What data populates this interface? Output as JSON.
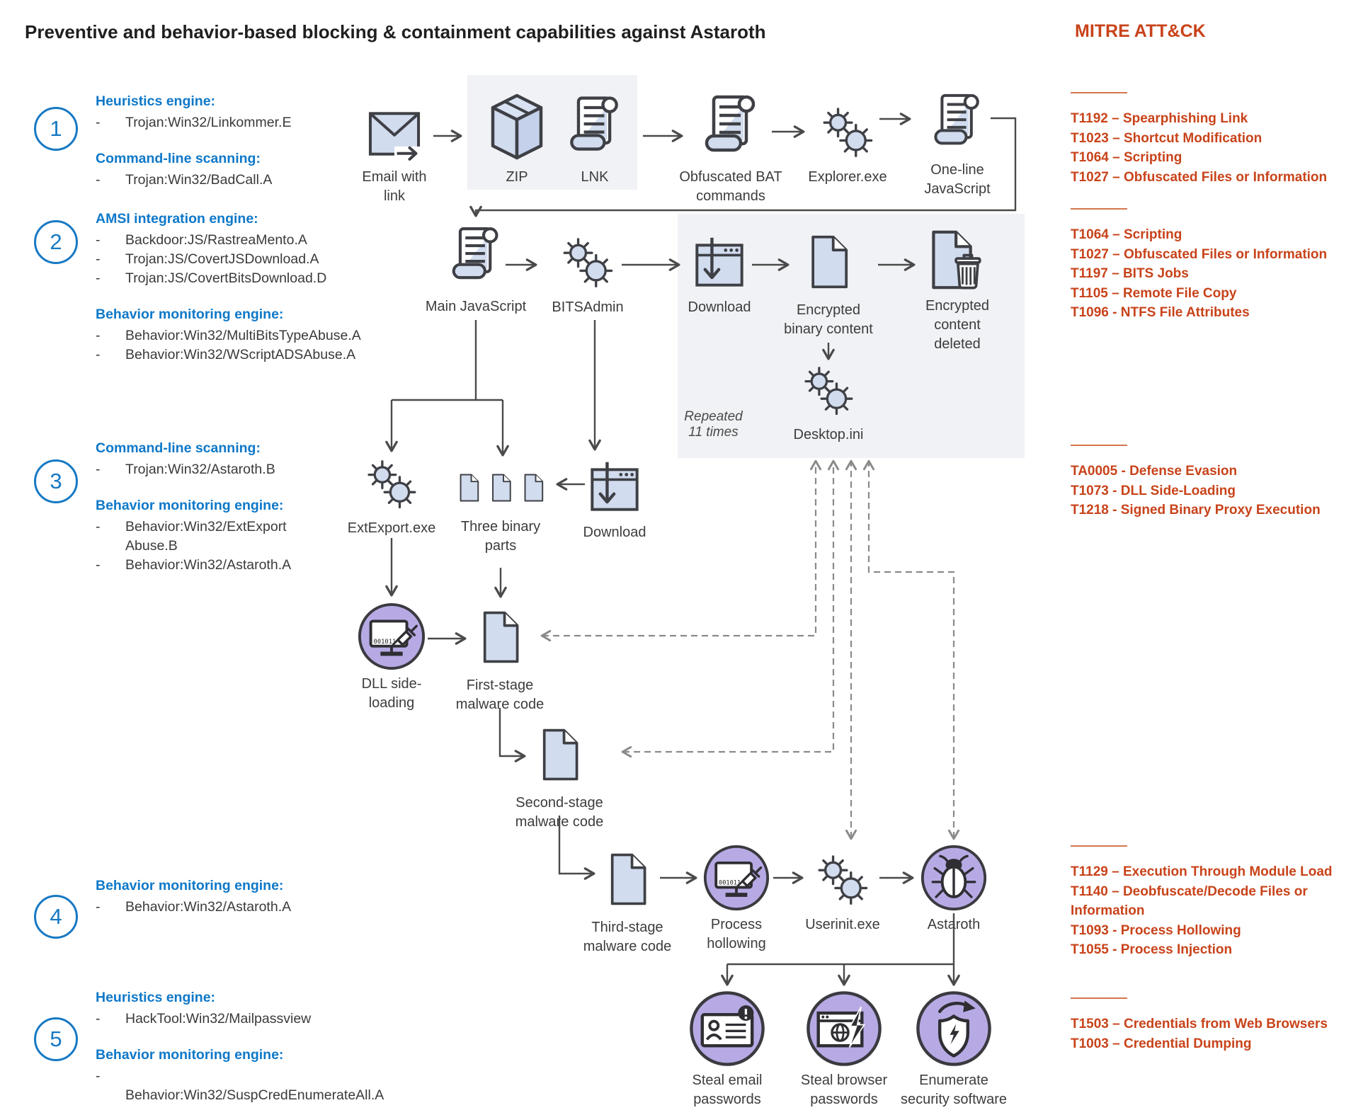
{
  "title": "Preventive and behavior-based blocking & containment capabilities against Astaroth",
  "ui": {
    "dash": "-"
  },
  "mitre": {
    "title": "MITRE ATT&CK",
    "groups": [
      {
        "items": [
          "T1192 – Spearphishing Link",
          "T1023 – Shortcut Modification",
          "T1064 – Scripting",
          "T1027 – Obfuscated Files or Information"
        ]
      },
      {
        "items": [
          "T1064 – Scripting",
          "T1027 – Obfuscated Files or Information",
          "T1197 – BITS Jobs",
          "T1105 – Remote File Copy",
          "T1096 - NTFS File Attributes"
        ]
      },
      {
        "items": [
          "TA0005 - Defense Evasion",
          "T1073 - DLL Side-Loading",
          "T1218 - Signed Binary Proxy Execution"
        ]
      },
      {
        "items": [
          "T1129 – Execution Through Module Load",
          "T1140 – Deobfuscate/Decode Files or\nInformation",
          "T1093 - Process Hollowing",
          "T1055 - Process Injection"
        ]
      },
      {
        "items": [
          "T1503 – Credentials from Web Browsers",
          "T1003 – Credential Dumping"
        ]
      }
    ]
  },
  "sections": [
    {
      "number": "1",
      "blocks": [
        {
          "heading": "Heuristics engine:",
          "items": [
            "Trojan:Win32/Linkommer.E"
          ]
        },
        {
          "heading": "Command-line scanning:",
          "items": [
            "Trojan:Win32/BadCall.A"
          ]
        }
      ]
    },
    {
      "number": "2",
      "blocks": [
        {
          "heading": "AMSI integration engine:",
          "items": [
            "Backdoor:JS/RastreaMento.A",
            "Trojan:JS/CovertJSDownload.A",
            "Trojan:JS/CovertBitsDownload.D"
          ]
        },
        {
          "heading": "Behavior monitoring engine:",
          "items": [
            "Behavior:Win32/MultiBitsTypeAbuse.A",
            "Behavior:Win32/WScriptADSAbuse.A"
          ]
        }
      ]
    },
    {
      "number": "3",
      "blocks": [
        {
          "heading": "Command-line scanning:",
          "items": [
            "Trojan:Win32/Astaroth.B"
          ]
        },
        {
          "heading": "Behavior monitoring engine:",
          "items": [
            "Behavior:Win32/ExtExport\nAbuse.B",
            "Behavior:Win32/Astaroth.A"
          ]
        }
      ]
    },
    {
      "number": "4",
      "blocks": [
        {
          "heading": "Behavior monitoring engine:",
          "items": [
            "Behavior:Win32/Astaroth.A"
          ]
        }
      ]
    },
    {
      "number": "5",
      "blocks": [
        {
          "heading": "Heuristics engine:",
          "items": [
            "HackTool:Win32/Mailpassview"
          ]
        },
        {
          "heading": "Behavior monitoring engine:",
          "items": [
            "Behavior:Win32/SuspCredEnumerateAll.A"
          ]
        }
      ]
    }
  ],
  "nodes": {
    "email": {
      "label": "Email with\nlink"
    },
    "zip": {
      "label": "ZIP"
    },
    "lnk": {
      "label": "LNK"
    },
    "bat": {
      "label": "Obfuscated BAT\ncommands"
    },
    "explorer": {
      "label": "Explorer.exe"
    },
    "onelinejs": {
      "label": "One-line\nJavaScript"
    },
    "mainjs": {
      "label": "Main JavaScript"
    },
    "bitsadmin": {
      "label": "BITSAdmin"
    },
    "download1": {
      "label": "Download"
    },
    "encbinary": {
      "label": "Encrypted\nbinary content"
    },
    "encdeleted": {
      "label": "Encrypted\ncontent\ndeleted"
    },
    "desktopini": {
      "label": "Desktop.ini"
    },
    "extexport": {
      "label": "ExtExport.exe"
    },
    "parts": {
      "label": "Three binary\nparts"
    },
    "download2": {
      "label": "Download"
    },
    "dllside": {
      "label": "DLL side-\nloading"
    },
    "firststage": {
      "label": "First-stage\nmalware code"
    },
    "secondstage": {
      "label": "Second-stage\nmalware code"
    },
    "thirdstage": {
      "label": "Third-stage\nmalware code"
    },
    "hollowing": {
      "label": "Process\nhollowing"
    },
    "userinit": {
      "label": "Userinit.exe"
    },
    "astaroth": {
      "label": "Astaroth"
    },
    "stealemail": {
      "label": "Steal email\npasswords"
    },
    "stealbrowser": {
      "label": "Steal browser\npasswords"
    },
    "enumsec": {
      "label": "Enumerate\nsecurity software"
    }
  },
  "annotations": {
    "repeated": "Repeated\n11 times"
  },
  "icon_text": {
    "binary": "001011"
  },
  "colors": {
    "accent_blue": "#1779c4",
    "heading_blue": "#0e78c8",
    "accent_orange": "#c8431a",
    "icon_fill": "#d2dcef",
    "purple_fill": "#b7aae4",
    "box_grey": "#f1f2f5"
  }
}
